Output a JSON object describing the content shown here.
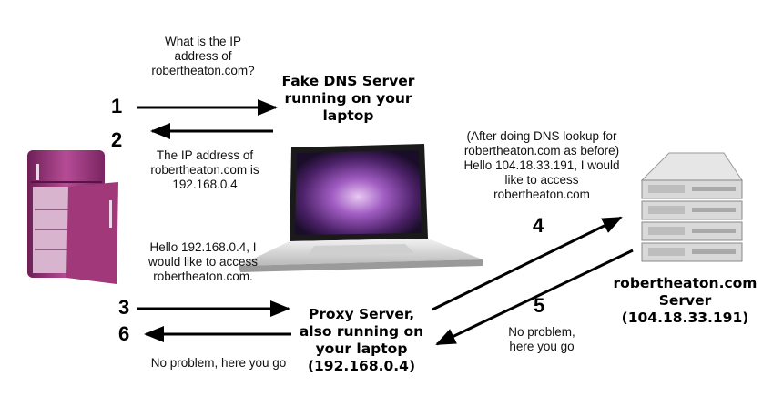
{
  "client_question": [
    "What is the IP",
    "address of",
    "robertheaton.com?"
  ],
  "dns_server_label": [
    "Fake DNS Server",
    "running on your",
    "laptop"
  ],
  "dns_response": [
    "The IP address of",
    "robertheaton.com is",
    "192.168.0.4"
  ],
  "proxy_upstream_note": [
    "(After doing DNS lookup for",
    "robertheaton.com as before)",
    "Hello 104.18.33.191, I would",
    "like to access",
    "robertheaton.com"
  ],
  "client_request": [
    "Hello 192.168.0.4, I",
    "would like to access",
    "robertheaton.com."
  ],
  "proxy_label": [
    "Proxy Server,",
    "also running on",
    "your laptop",
    "(192.168.0.4)"
  ],
  "server_label": [
    "robertheaton.com",
    "Server",
    "(104.18.33.191)"
  ],
  "server_response": [
    "No problem,",
    "here you go"
  ],
  "client_response": "No problem, here you go",
  "steps": {
    "s1": "1",
    "s2": "2",
    "s3": "3",
    "s4": "4",
    "s5": "5",
    "s6": "6"
  },
  "colors": {
    "fridge": "#a0387a",
    "arrow": "#000000",
    "laptop_screen": "#5b2a6e",
    "server": "#d8d8d8"
  }
}
